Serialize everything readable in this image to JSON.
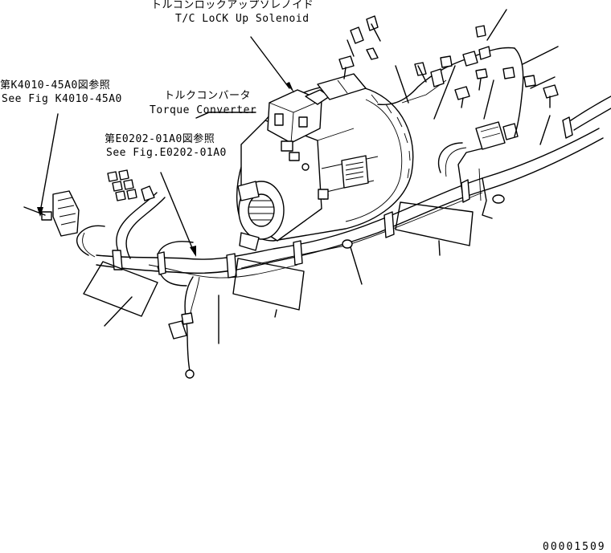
{
  "labels": {
    "solenoid_jp": "トルコンロックアップソレノイド",
    "solenoid_en": "T/C LoCK Up Solenoid",
    "ref1_jp": "第K4010-45A0図参照",
    "ref1_en": "See Fig K4010-45A0",
    "converter_jp": "トルクコンバータ",
    "converter_en": "Torque Converter",
    "ref2_jp": "第E0202-01A0図参照",
    "ref2_en": "See Fig.E0202-01A0"
  },
  "drawing_number": "00001509"
}
